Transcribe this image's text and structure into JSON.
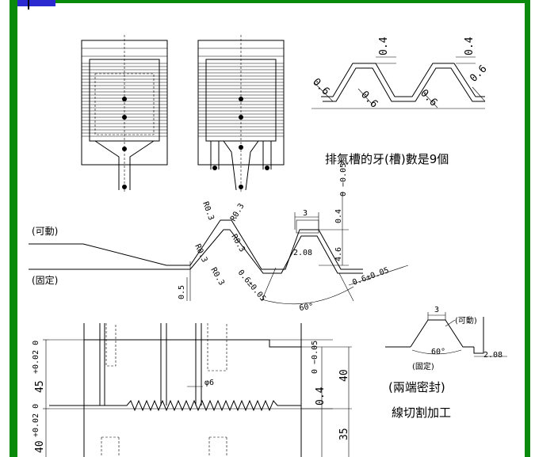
{
  "colors": {
    "border": "#0a8a0a",
    "accent": "#2a2ad0",
    "line": "#000000",
    "bg": "#ffffff"
  },
  "profile_top": {
    "dim_top": "0.4",
    "dim_right": "0.4",
    "r1": "0.6",
    "r2": "0.6",
    "r3": "0.6",
    "r4": "0.6"
  },
  "caption_grooves": "排氣槽的牙(槽)數是9個",
  "mid": {
    "movable": "(可動)",
    "fixed": "(固定)",
    "r_a": "R0.3",
    "r_b": "R0.3",
    "r_c": "R0.3",
    "r_d": "R0.3",
    "r_e": "R0.3",
    "dim_3": "3",
    "dim_208": "2.08",
    "dim_46": "4.6",
    "dim_04": "0.4",
    "tol_04": "0 −0.05",
    "dim_06": "0.6±0.05",
    "dim_06b": "0.6±0.05",
    "dim_05": "0.5",
    "angle": "60°"
  },
  "seal": {
    "dim_3": "3",
    "movable": "(可動)",
    "angle": "60°",
    "dim_208": "2.08",
    "fixed": "(固定)",
    "caption1": "(兩端密封)",
    "caption2": "線切割加工"
  },
  "bottom": {
    "dim_45": "45",
    "tol_45": "+0.02 0",
    "dim_40l": "40",
    "tol_40l": "+0.02 0",
    "dim_04": "0.4",
    "tol_04": "0 −0.05",
    "dim_40": "40",
    "dim_35": "35",
    "phi6": "φ6"
  }
}
